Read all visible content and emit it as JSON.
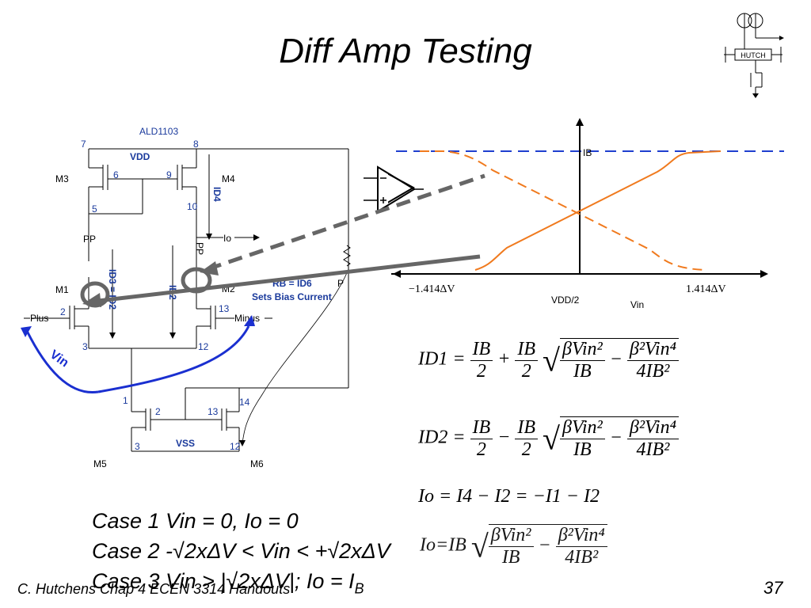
{
  "slide": {
    "title": "Diff Amp Testing",
    "footer": "C. Hutchens Chap 4 ECEN 3314 Handouts",
    "page_number": "37",
    "logo_text": "HUTCH"
  },
  "circuit": {
    "chip_label": "ALD1103",
    "vdd_label": "VDD",
    "vss_label": "VSS",
    "pins": [
      "7",
      "8",
      "6",
      "9",
      "5",
      "10",
      "2",
      "13",
      "3",
      "12",
      "1",
      "2",
      "13",
      "14",
      "3",
      "12"
    ],
    "transistor_labels": [
      "M3",
      "M4",
      "M1",
      "M2",
      "M5",
      "M6"
    ],
    "node_labels": [
      "PP",
      "PP",
      "P"
    ],
    "current_labels": [
      "ID4",
      "ID3 = ID2",
      "ID2"
    ],
    "io_label": "Io",
    "plus_label": "Plus",
    "minus_label": "Minus",
    "rb_label": "RB = ID6",
    "bias_label": "Sets Bias Current",
    "vin_label": "Vin"
  },
  "graph": {
    "ib_label": "IB",
    "left_tick": "−1.414ΔV",
    "center_tick": "VDD/2",
    "right_tick": "1.414ΔV",
    "x_label": "Vin"
  },
  "equations": {
    "id1_lhs": "ID1",
    "id2_lhs": "ID2",
    "io_eq": "Io = I4 − I2 = −I1 − I2",
    "ib": "IB",
    "two": "2",
    "num1": "βVin²",
    "den1": "IB",
    "num2": "β²Vin⁴",
    "den2": "4IB²"
  },
  "cases": {
    "case1": "Case 1 Vin = 0, Io = 0",
    "case2": "Case 2 -√2xΔV < Vin < +√2xΔV",
    "case3": "Case 3 Vin > |√2xΔV|;  Io = I",
    "case3_sub": "B",
    "io_overlap": "Io=IB"
  },
  "colors": {
    "orange": "#f07a1e",
    "blue_dash": "#1f3fcf",
    "blue_arrow": "#1a2fd0",
    "gray": "#666666",
    "pin_blue": "#1a3a9c"
  }
}
